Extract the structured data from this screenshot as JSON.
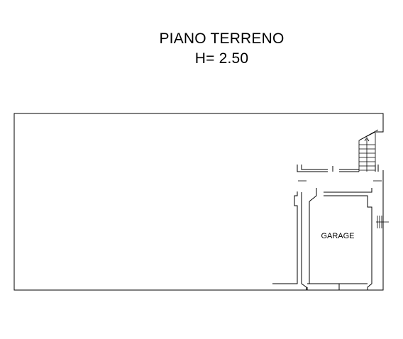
{
  "drawing": {
    "title": "PIANO TERRENO",
    "height_label": "H= 2.50"
  },
  "rooms": {
    "garage": "GARAGE"
  }
}
